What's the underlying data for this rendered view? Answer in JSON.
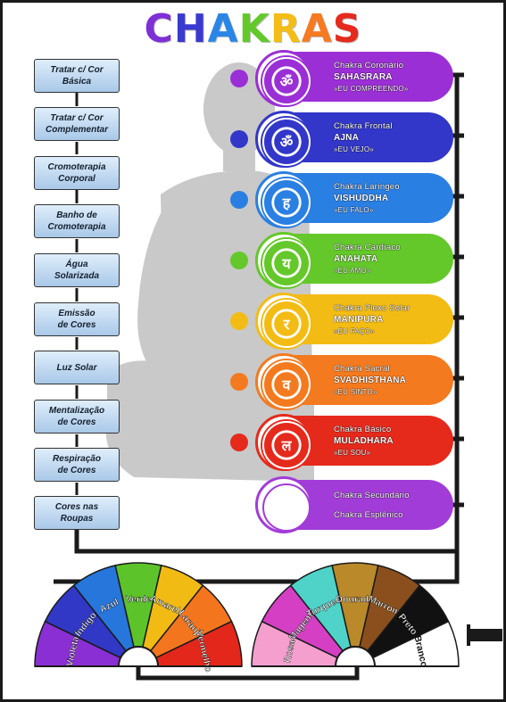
{
  "title": {
    "letters": [
      {
        "ch": "C",
        "color": "#7e2fd6"
      },
      {
        "ch": "H",
        "color": "#3a39d0"
      },
      {
        "ch": "A",
        "color": "#2a86e6"
      },
      {
        "ch": "K",
        "color": "#63c92a"
      },
      {
        "ch": "R",
        "color": "#f4bd16"
      },
      {
        "ch": "A",
        "color": "#f57a22"
      },
      {
        "ch": "S",
        "color": "#e42b1e"
      }
    ]
  },
  "therapies": [
    {
      "label": "Tratar c/ Cor\nBásica"
    },
    {
      "label": "Tratar c/ Cor\nComplementar"
    },
    {
      "label": "Cromoterapia\nCorporal"
    },
    {
      "label": "Banho de\nCromoterapia"
    },
    {
      "label": "Água\nSolarizada"
    },
    {
      "label": "Emissão\nde Cores"
    },
    {
      "label": "Luz Solar"
    },
    {
      "label": "Mentalização\nde Cores"
    },
    {
      "label": "Respiração\nde Cores"
    },
    {
      "label": "Cores nas\nRoupas"
    }
  ],
  "chakras": [
    {
      "name": "Chakra Coronário",
      "sanskrit": "SAHASRARA",
      "mantra": "»EU COMPREENDO»",
      "color": "#9b2fd6",
      "icon": "crown-chakra-icon",
      "glyph": "ॐ"
    },
    {
      "name": "Chakra Frontal",
      "sanskrit": "AJNA",
      "mantra": "»EU VEJO»",
      "color": "#3237c9",
      "icon": "third-eye-chakra-icon",
      "glyph": "ॐ"
    },
    {
      "name": "Chakra Laríngeo",
      "sanskrit": "VISHUDDHA",
      "mantra": "»EU FALO»",
      "color": "#2a7fe2",
      "icon": "throat-chakra-icon",
      "glyph": "ह"
    },
    {
      "name": "Chakra Cardíaco",
      "sanskrit": "ANAHATA",
      "mantra": "»EU AMO»",
      "color": "#64c82a",
      "icon": "heart-chakra-icon",
      "glyph": "य"
    },
    {
      "name": "Chakra Plexo Solar",
      "sanskrit": "MANIPURA",
      "mantra": "»EU FAÇO»",
      "color": "#f3bc14",
      "icon": "solar-plexus-chakra-icon",
      "glyph": "र"
    },
    {
      "name": "Chakra Sacral",
      "sanskrit": "SVADHISTHANA",
      "mantra": "»EU SINTO»",
      "color": "#f47a1f",
      "icon": "sacral-chakra-icon",
      "glyph": "व"
    },
    {
      "name": "Chakra Básico",
      "sanskrit": "MULADHARA",
      "mantra": "»EU SOU»",
      "color": "#e52a1c",
      "icon": "root-chakra-icon",
      "glyph": "ल"
    },
    {
      "name": "Chakra Secundário",
      "sanskrit": "",
      "mantra": "Chakra Esplênico",
      "color": "#a23cd8",
      "icon": "secondary-chakra-icon",
      "glyph": ""
    }
  ],
  "fans": {
    "left": [
      {
        "label": "Violeta",
        "color": "#8a2fd4"
      },
      {
        "label": "Índigo",
        "color": "#3138c6"
      },
      {
        "label": "Azul",
        "color": "#2776dc"
      },
      {
        "label": "Verde",
        "color": "#5cc42a"
      },
      {
        "label": "Amarelo",
        "color": "#f2bb14"
      },
      {
        "label": "Laranja",
        "color": "#f3761f"
      },
      {
        "label": "Vermelho",
        "color": "#e3271b"
      }
    ],
    "right": [
      {
        "label": "Rosa",
        "color": "#f59fcf"
      },
      {
        "label": "Magenta",
        "color": "#d43fc3"
      },
      {
        "label": "Turquesa",
        "color": "#4fd3c9"
      },
      {
        "label": "Dourado",
        "color": "#b9892a"
      },
      {
        "label": "Marrom",
        "color": "#8a4f1c"
      },
      {
        "label": "Preto",
        "color": "#111111"
      },
      {
        "label": "Branco",
        "color": "#ffffff"
      }
    ]
  }
}
